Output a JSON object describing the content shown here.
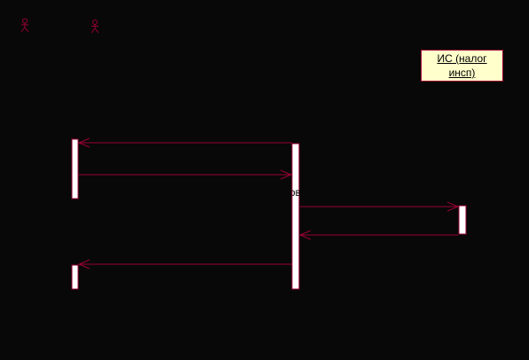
{
  "diagram": {
    "type": "sequence",
    "actors": [
      {
        "name": ""
      },
      {
        "name": ""
      }
    ],
    "object": {
      "line1": "ИС (налог",
      "line2": "инсп)"
    },
    "partial_message_label": "ов",
    "colors": {
      "background": "#080808",
      "stroke": "#990033",
      "object_fill": "#ffffcc",
      "activation_fill": "#ffffff"
    }
  }
}
